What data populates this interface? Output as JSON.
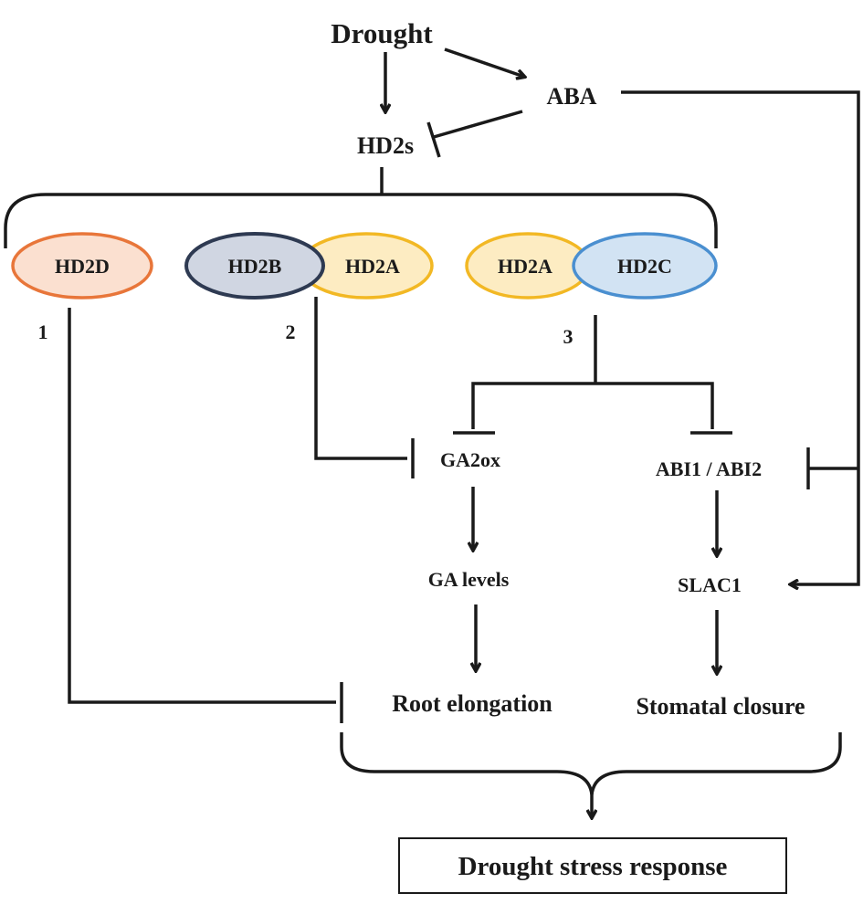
{
  "nodes": {
    "drought": "Drought",
    "aba": "ABA",
    "hd2s": "HD2s",
    "hd2d": "HD2D",
    "hd2b": "HD2B",
    "hd2a_left": "HD2A",
    "hd2a_right": "HD2A",
    "hd2c": "HD2C",
    "ga2ox": "GA2ox",
    "abi": "ABI1 / ABI2",
    "ga_levels": "GA levels",
    "slac1": "SLAC1",
    "root_elongation": "Root elongation",
    "stomatal_closure": "Stomatal closure",
    "drought_stress_response": "Drought stress response"
  },
  "pathway_numbers": [
    "1",
    "2",
    "3"
  ],
  "colors": {
    "hd2d_fill": "#fbe0d0",
    "hd2d_stroke": "#e8763a",
    "hd2b_fill": "#d0d6e2",
    "hd2b_stroke": "#2e3a52",
    "hd2a_fill": "#fdecc2",
    "hd2a_stroke": "#f2b824",
    "hd2c_fill": "#d2e3f3",
    "hd2c_stroke": "#4a8fd0",
    "line": "#1a1a1a"
  }
}
